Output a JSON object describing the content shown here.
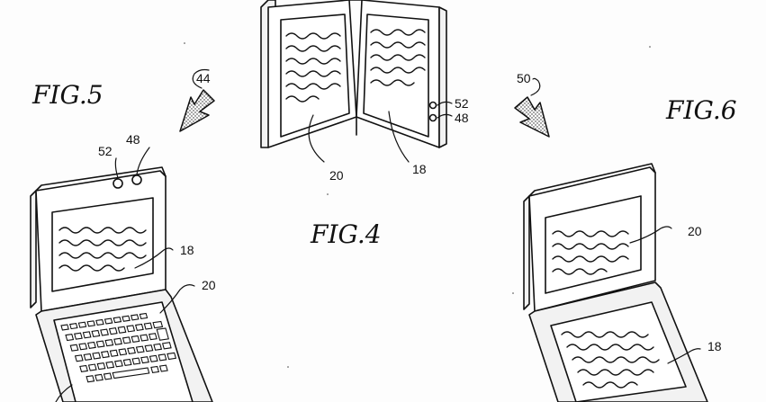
{
  "figures": {
    "fig4": "FIG.4",
    "fig5": "FIG.5",
    "fig6": "FIG.6"
  },
  "references": {
    "r44": "44",
    "r50": "50",
    "r52_fig4": "52",
    "r48_fig4": "48",
    "r20_fig4": "20",
    "r18_fig4": "18",
    "r52_fig5": "52",
    "r48_fig5": "48",
    "r18_fig5": "18",
    "r20_fig5": "20",
    "r20_fig6": "20",
    "r18_fig6": "18"
  }
}
